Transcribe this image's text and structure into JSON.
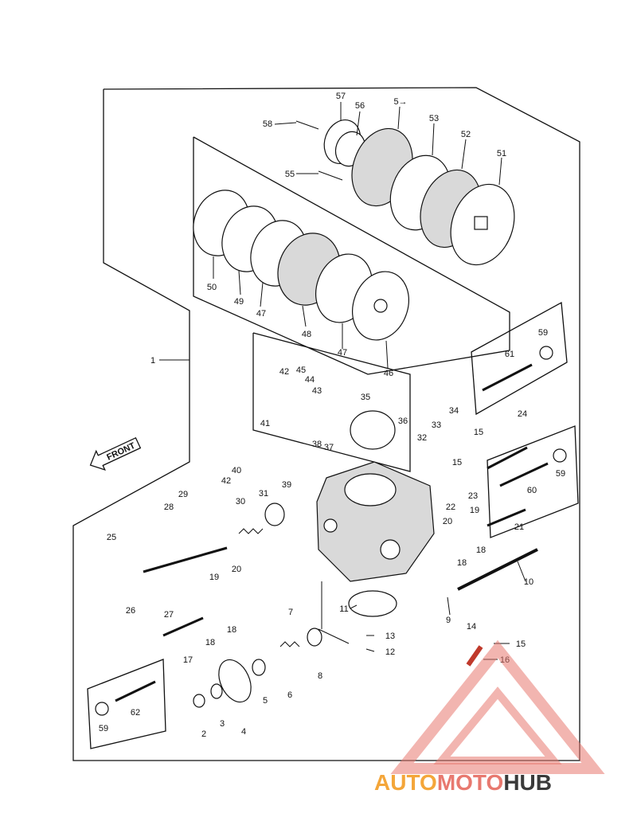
{
  "front_label": "FRONT",
  "part_labels": [
    "1",
    "2",
    "3",
    "4",
    "5",
    "6",
    "7",
    "8",
    "9",
    "10",
    "11",
    "12",
    "13",
    "14",
    "15",
    "15",
    "15",
    "16",
    "17",
    "18",
    "18",
    "18",
    "19",
    "19",
    "20",
    "20",
    "21",
    "22",
    "23",
    "24",
    "25",
    "26",
    "27",
    "28",
    "29",
    "30",
    "31",
    "32",
    "33",
    "34",
    "35",
    "36",
    "37",
    "38",
    "39",
    "40",
    "41",
    "42",
    "42",
    "43",
    "44",
    "45",
    "46",
    "47",
    "47",
    "48",
    "49",
    "50",
    "51",
    "52",
    "53",
    "5→",
    "55",
    "56",
    "57",
    "58",
    "59",
    "59",
    "59",
    "60",
    "61",
    "62"
  ],
  "watermark": {
    "text_a": "AUTO",
    "text_b": "MOTO",
    "text_c": "HUB",
    "color_a": "#f4a63a",
    "color_b": "#e8796f",
    "color_c": "#3a3a3a"
  }
}
